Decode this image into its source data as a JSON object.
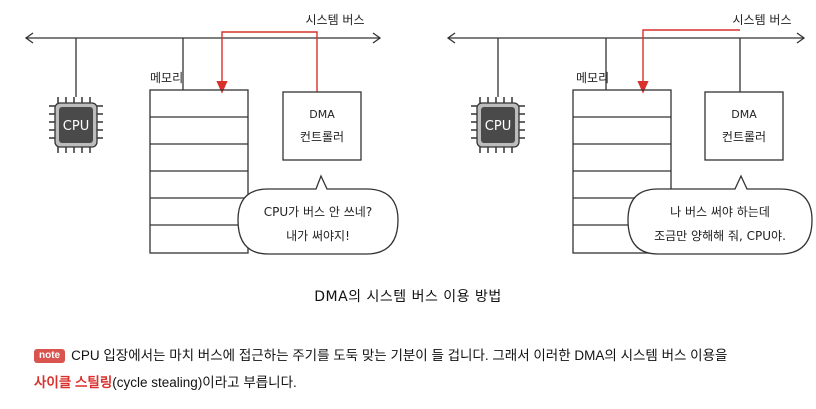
{
  "panels": [
    {
      "bus_label": "시스템 버스",
      "cpu_label": "CPU",
      "memory_label": "메모리",
      "dma_line1": "DMA",
      "dma_line2": "컨트롤러",
      "bubble_line1": "CPU가 버스 안 쓰네?",
      "bubble_line2": "내가 써야지!"
    },
    {
      "bus_label": "시스템 버스",
      "cpu_label": "CPU",
      "memory_label": "메모리",
      "dma_line1": "DMA",
      "dma_line2": "컨트롤러",
      "bubble_line1": "나 버스 써야 하는데",
      "bubble_line2": "조금만 양해해 줘, CPU야."
    }
  ],
  "caption": "DMA의 시스템 버스 이용 방법",
  "note": {
    "badge": "note",
    "text_before": "CPU 입장에서는 마치 버스에 접근하는 주기를 도둑 맞는 기분이 들 겁니다. 그래서 이러한 DMA의 시스템 버스 이용을",
    "highlight": "사이클 스틸링",
    "text_after": "(cycle stealing)이라고 부릅니다."
  },
  "colors": {
    "accent": "#d9302c",
    "line": "#333333",
    "chip": "#4a4a4a"
  }
}
